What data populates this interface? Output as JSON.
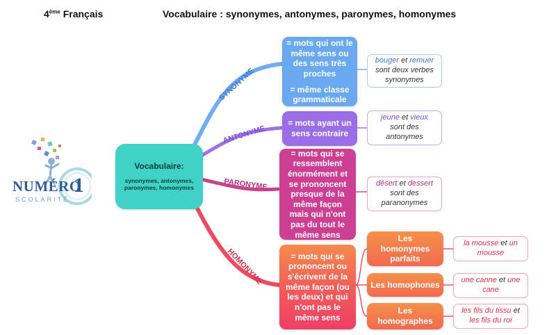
{
  "header": {
    "level_sup": "ème",
    "level_num": "4",
    "subject": "Français",
    "title": "Vocabulaire : synonymes, antonymes, paronymes, homonymes"
  },
  "logo": {
    "text_main": "NUMÉRO",
    "text_num": "1",
    "text_sub": "SCOLARITÉ"
  },
  "center": {
    "title": "Vocabulaire:",
    "subtitle": "synonymes, antonymes, paronymes, homonymes"
  },
  "branches": {
    "synonyme": {
      "label": "SYNONYME",
      "color": "#6aa9f0",
      "definition_1": "= mots qui ont le même sens ou des sens très proches",
      "definition_2": "= même classe grammaticale",
      "example": {
        "w1": "bouger",
        "mid": " et ",
        "w2": "remuer",
        "rest": "sont deux verbes synonymes"
      }
    },
    "antonyme": {
      "label": "ANTONYME",
      "color": "#9b6ee8",
      "definition": "= mots ayant un sens contraire",
      "example": {
        "w1": "jeune",
        "mid": " et ",
        "w2": "vieux",
        "rest": "sont des antonymes"
      }
    },
    "paronyme": {
      "label": "PARONYME",
      "color": "#cc3f93",
      "definition": "= mots qui se ressemblent énormément et se prononcent presque de la même façon mais qui n'ont pas du tout le même sens",
      "example": {
        "w1": "désert",
        "mid": " et ",
        "w2": "dessert",
        "rest": "sont des paranonymes"
      }
    },
    "homonyme": {
      "label": "HOMONYME",
      "color": "#f0455e",
      "definition": "= mots qui se prononcent ou s'écrivent de la même façon (ou les deux) et qui n'ont pas le même sens",
      "subtypes": [
        {
          "label": "Les homonymes parfaits",
          "example": {
            "w1": "la mousse",
            "mid": " et ",
            "w2": "un mousse"
          }
        },
        {
          "label": "Les homophones",
          "example": {
            "w1": "une canne",
            "mid": " et ",
            "w2": "une cane"
          }
        },
        {
          "label": "Les homographes",
          "example": {
            "w1": "les fils du tissu",
            "mid": " et ",
            "w2": "les fils du roi"
          }
        }
      ]
    }
  }
}
